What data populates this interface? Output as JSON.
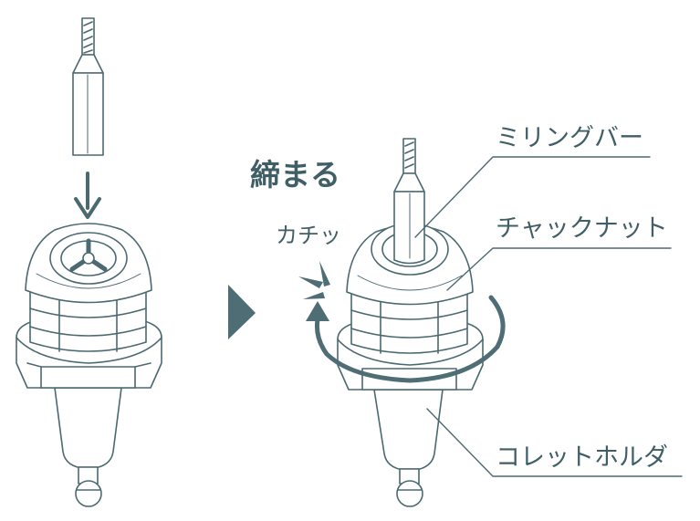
{
  "annotations": {
    "action_label": "締まる",
    "sound_label": "カチッ",
    "labels": [
      {
        "id": "milling-bar",
        "text": "ミリングバー"
      },
      {
        "id": "chuck-nut",
        "text": "チャックナット"
      },
      {
        "id": "collet-holder",
        "text": "コレットホルダ"
      }
    ]
  },
  "colors": {
    "stroke": "#4a6970",
    "fill": "#ffffff",
    "accent": "#4f6d75",
    "text": "#3f5e66"
  }
}
